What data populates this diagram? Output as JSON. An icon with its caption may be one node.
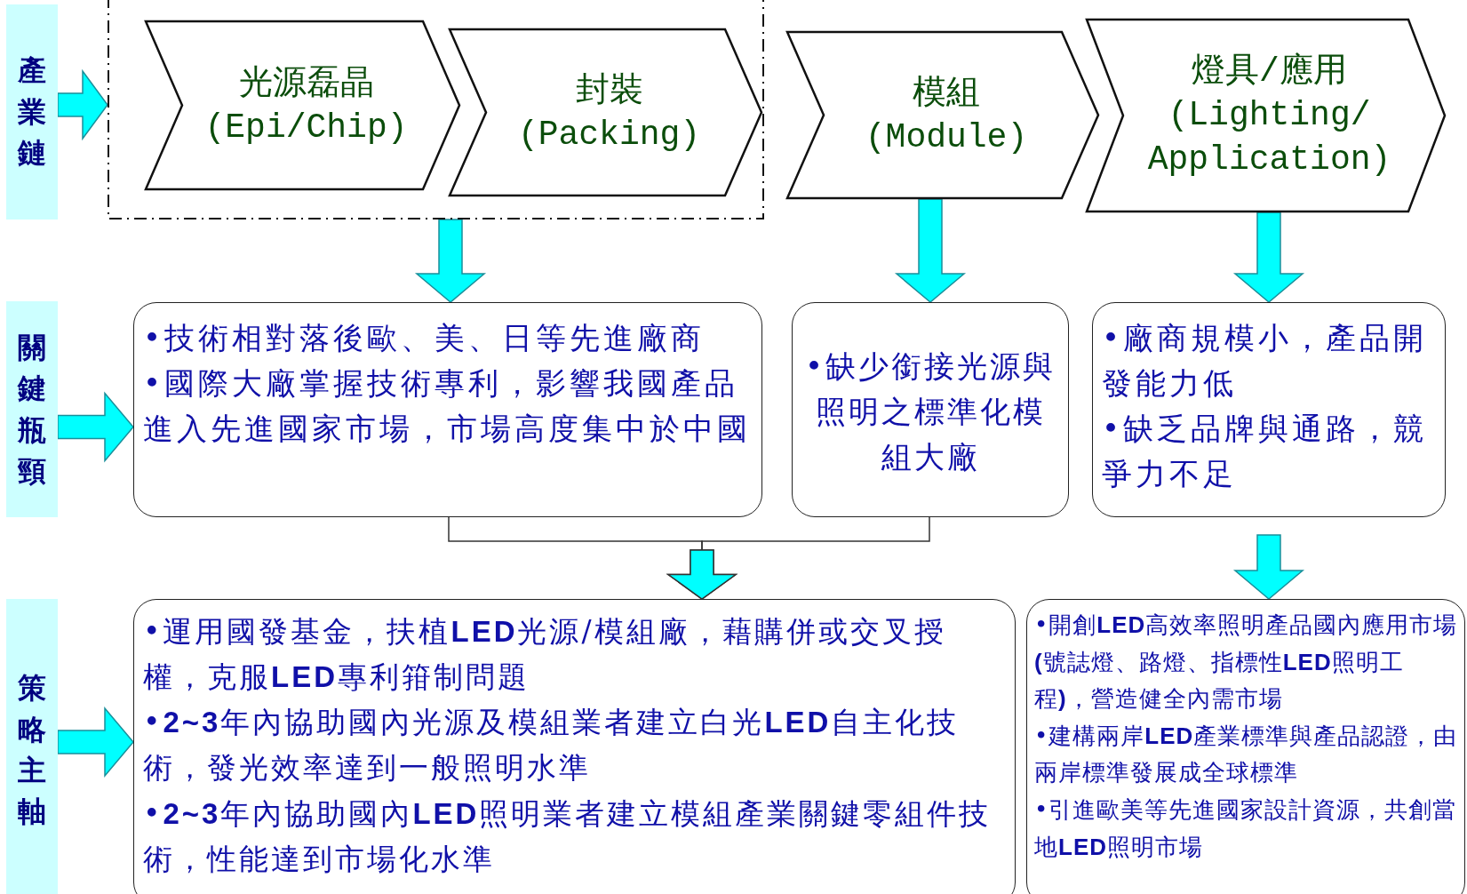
{
  "diagram": {
    "nodes": [
      {
        "text": [
          "產業鏈"
        ]
      },
      {
        "text": [],
        "shape": "box"
      },
      {
        "text": [
          "光源磊晶 (Epi/Chip)"
        ],
        "in": 1
      },
      {
        "text": [
          "封裝 (Packing)"
        ],
        "in": 1
      },
      {
        "text": [
          "模組 (Module)"
        ]
      },
      {
        "text": [
          "燈具/應用 (Lighting/ Application)"
        ]
      },
      {
        "text": [
          "關鍵瓶頸"
        ]
      },
      {
        "text": [
          "•技術相對落後歐、美、日等先進廠商",
          "•國際大廠掌握技術專利，影響我國產品進入先進國家市場，市場高度集中於中國"
        ]
      },
      {
        "text": [
          "•缺少銜接光源與照明之標準化模組大廠"
        ]
      },
      {
        "text": [
          "•廠商規模小，產品開發能力低",
          "•缺乏品牌與通路，競爭力不足"
        ]
      },
      {
        "text": [
          "策略主軸"
        ]
      },
      {
        "text": [
          "•運用國發基金，扶植**LED**光源/模組廠，藉購併或交叉授權，克服**LED**專利箝制問題",
          "•**2~3**年內協助國內光源及模組業者建立白光**LED**自主化技術，發光效率達到一般照明水準",
          "•**2~3**年內協助國內**LED**照明業者建立模組產業關鍵零組件技術，性能達到市場化水準"
        ]
      },
      {
        "text": [
          "•開創**LED**高效率照明產品國內應用市場**(**號誌燈、路燈、指標性**LED**照明工程**)**，營造健全內需市場",
          "•建構兩岸**LED**產業標準與產品認證，由兩岸標準發展成全球標準",
          "•引進歐美等先進國家設計資源，共創當地**LED**照明市場"
        ]
      }
    ],
    "edges": [
      {
        "from": 0,
        "to": 1,
        "arrow": "to"
      },
      {
        "from": 1,
        "to": 7,
        "arrow": "to"
      },
      {
        "from": 4,
        "to": 8,
        "arrow": "to"
      },
      {
        "from": 5,
        "to": 9,
        "arrow": "to"
      },
      {
        "from": 6,
        "to": 7,
        "arrow": "to"
      },
      {
        "from": 7,
        "to": 11,
        "arrow": "to"
      },
      {
        "from": 8,
        "to": 11,
        "arrow": "to"
      },
      {
        "from": 9,
        "to": 12,
        "arrow": "to"
      },
      {
        "from": 10,
        "to": 11,
        "arrow": "to"
      }
    ]
  }
}
